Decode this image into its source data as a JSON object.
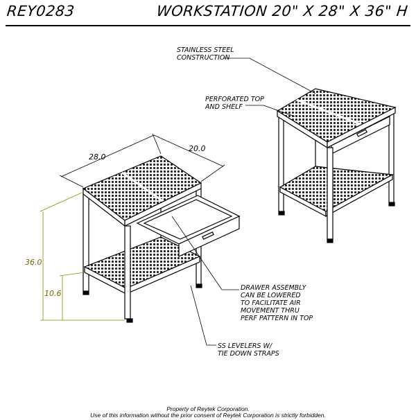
{
  "header": {
    "part_number": "REY0283",
    "title": "WORKSTATION 20\" X 28\" X 36\" H"
  },
  "dimensions": {
    "length": "28.0",
    "width": "20.0",
    "height": "36.0",
    "shelf_height": "10.6"
  },
  "callouts": {
    "stainless": [
      "STAINLESS STEEL",
      "CONSTRUCTION"
    ],
    "perforated": [
      "PERFORATED TOP",
      "AND SHELF"
    ],
    "drawer": [
      "DRAWER ASSEMBLY",
      "CAN BE LOWERED",
      "TO FACILITATE AIR",
      "MOVEMENT THRU",
      "PERF PATTERN IN TOP"
    ],
    "levelers": [
      "SS LEVELERS W/",
      "TIE DOWN STRAPS"
    ]
  },
  "footer": {
    "line1": "Property of Reytek Corporation.",
    "line2": "Use of this information without the prior consent of Reytek Corporation is strictly forbidden."
  },
  "colors": {
    "line": "#000000",
    "dimension_vertical": "#8a8a00"
  }
}
